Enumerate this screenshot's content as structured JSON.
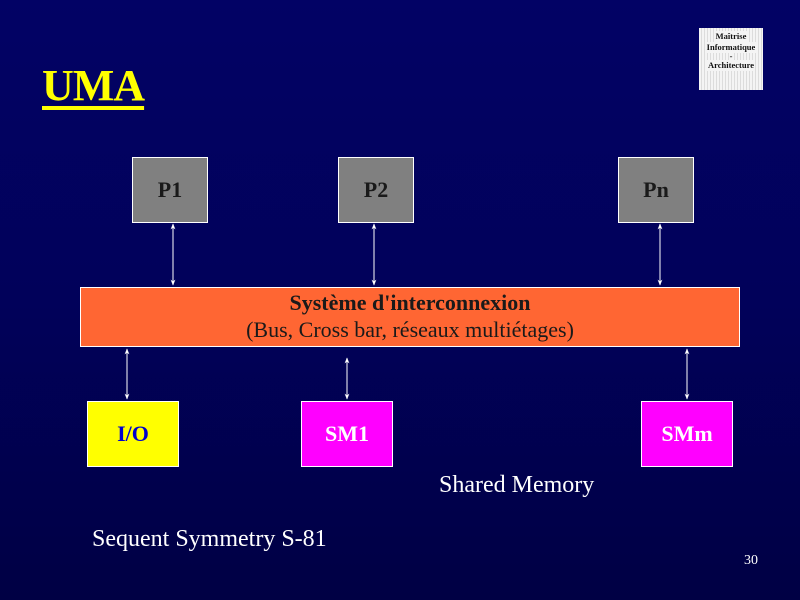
{
  "slide": {
    "title": "UMA",
    "page_number": "30",
    "logo": {
      "line1": "Maîtrise",
      "line2": "Informatique",
      "line3": "-",
      "line4": "Architecture"
    }
  },
  "diagram": {
    "processors": [
      {
        "label": "P1"
      },
      {
        "label": "P2"
      },
      {
        "label": "Pn"
      }
    ],
    "interconnect": {
      "title": "Système d'interconnexion",
      "subtitle": "(Bus, Cross bar, réseaux multiétages)"
    },
    "modules": [
      {
        "label": "I/O",
        "kind": "io"
      },
      {
        "label": "SM1",
        "kind": "shared-memory"
      },
      {
        "label": "SMm",
        "kind": "shared-memory"
      }
    ],
    "shared_memory_label": "Shared Memory",
    "system_name": "Sequent Symmetry S-81",
    "colors": {
      "background": "#01015a",
      "title": "#ffff00",
      "processor": "#808080",
      "interconnect": "#ff6633",
      "io": "#ffff00",
      "io_text": "#0000cc",
      "shared_memory": "#ff00ff"
    }
  }
}
